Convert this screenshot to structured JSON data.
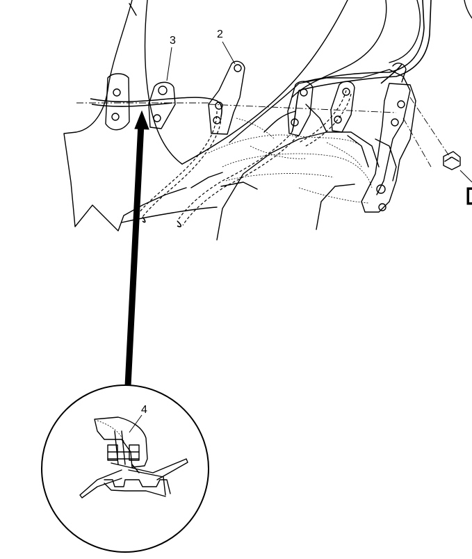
{
  "callouts": {
    "c2": "2",
    "c3": "3",
    "c4": "4"
  },
  "colors": {
    "line": "#000000",
    "background": "#ffffff"
  }
}
